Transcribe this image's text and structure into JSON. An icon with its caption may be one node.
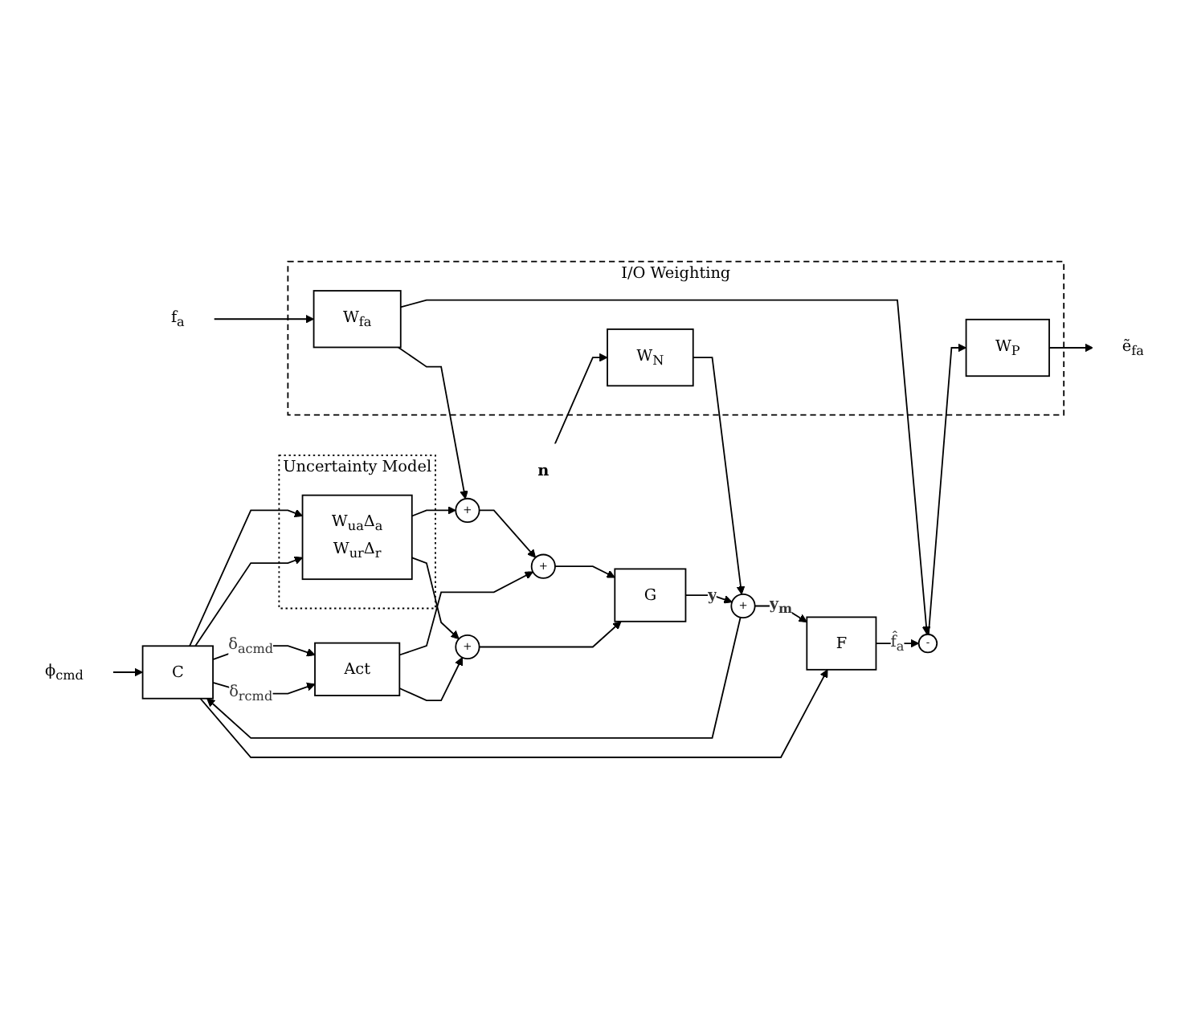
{
  "diagram": {
    "nodes": [
      {
        "text": [
          "I/O Weighting"
        ]
      },
      {
        "text": [
          "W$_{fa}$"
        ],
        "in": 0
      },
      {
        "text": [
          "W$_{N}$"
        ],
        "in": 0
      },
      {
        "text": [
          "W$_{P}$"
        ],
        "in": 0
      },
      {
        "text": [
          "Uncertainty Model"
        ]
      },
      {
        "text": [
          "W$_{ua}$Δ$_{a}$",
          "W$_{ur}$Δ$_{r}$"
        ],
        "in": 4
      },
      {
        "text": [
          "f$_{a}$"
        ]
      },
      {
        "text": [
          "n"
        ]
      },
      {
        "text": [
          "ẽ$_{fa}$"
        ]
      },
      {
        "text": [
          "-"
        ]
      },
      {
        "text": [
          "+"
        ]
      },
      {
        "text": [
          "+"
        ]
      },
      {
        "text": [
          "+"
        ]
      },
      {
        "text": [
          "Act"
        ]
      },
      {
        "text": [
          "G"
        ]
      },
      {
        "text": [
          "+"
        ]
      },
      {
        "text": [
          "F"
        ]
      },
      {
        "text": [
          "C"
        ]
      },
      {
        "text": [
          "ϕ$_{cmd}$"
        ]
      }
    ],
    "edges": [
      {
        "from": 6,
        "to": 1,
        "arrow": "to"
      },
      {
        "from": 7,
        "to": 2,
        "arrow": "to"
      },
      {
        "from": 3,
        "to": 8,
        "arrow": "to"
      },
      {
        "from": 1,
        "to": 9,
        "arrow": "to"
      },
      {
        "from": 1,
        "to": 10,
        "arrow": "to"
      },
      {
        "from": 5,
        "to": 10,
        "arrow": "to"
      },
      {
        "from": 5,
        "to": 12,
        "arrow": "to"
      },
      {
        "from": 10,
        "to": 11,
        "arrow": "to"
      },
      {
        "from": 13,
        "to": 11,
        "arrow": "to"
      },
      {
        "from": 13,
        "to": 12,
        "arrow": "to"
      },
      {
        "from": 11,
        "to": 14,
        "arrow": "to"
      },
      {
        "from": 12,
        "to": 14,
        "arrow": "to"
      },
      {
        "from": 14,
        "to": 15,
        "arrow": "to",
        "label": "y"
      },
      {
        "from": 2,
        "to": 15,
        "arrow": "to"
      },
      {
        "from": 15,
        "to": 16,
        "arrow": "to",
        "label": "y$_{m}$"
      },
      {
        "from": 15,
        "to": 17,
        "arrow": "to"
      },
      {
        "from": 16,
        "to": 9,
        "arrow": "to",
        "label": "f̂$_{a}$"
      },
      {
        "from": 9,
        "to": 3,
        "arrow": "to"
      },
      {
        "from": 17,
        "to": 13,
        "arrow": "to",
        "label": "δ$_{acmd}$"
      },
      {
        "from": 17,
        "to": 5,
        "arrow": "to"
      },
      {
        "from": 17,
        "to": 16,
        "arrow": "to"
      },
      {
        "from": 17,
        "to": 13,
        "arrow": "to",
        "label": "δ$_{rcmd}$"
      },
      {
        "from": 17,
        "to": 5,
        "arrow": "to"
      },
      {
        "from": 18,
        "to": 17,
        "arrow": "to"
      }
    ]
  }
}
